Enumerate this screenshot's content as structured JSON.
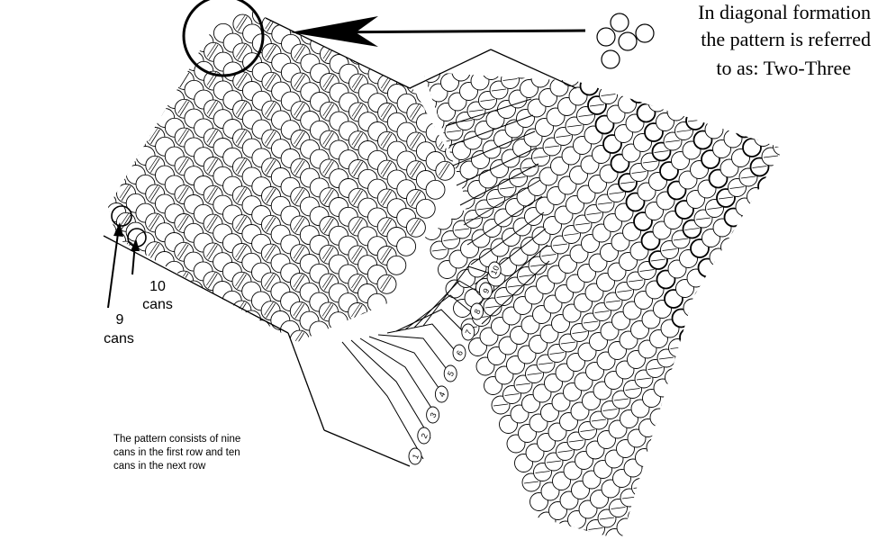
{
  "heading": {
    "line1": "In diagonal formation",
    "line2": "the pattern is referred",
    "line3": "to as: Two-Three"
  },
  "labels": {
    "ten_number": "10",
    "ten_unit": "cans",
    "nine_number": "9",
    "nine_unit": "cans"
  },
  "note": {
    "line1": "The pattern consists of nine",
    "line2": "cans in the first row and ten",
    "line3": "cans in the next row"
  },
  "row_numbers": [
    "1",
    "2",
    "3",
    "4",
    "5",
    "6",
    "7",
    "8",
    "9",
    "10"
  ]
}
